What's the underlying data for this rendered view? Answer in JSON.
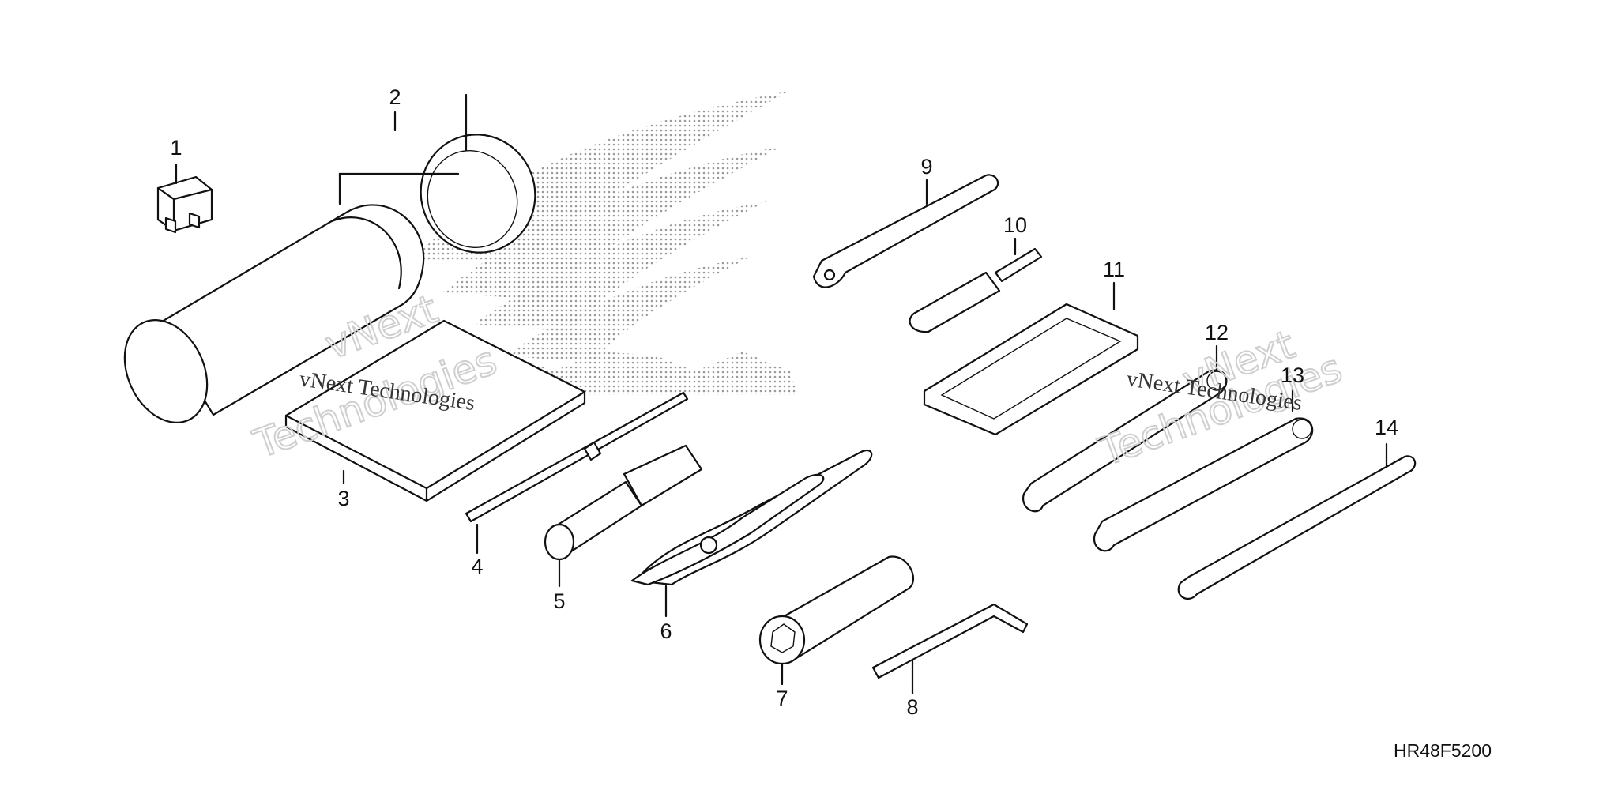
{
  "diagram_code": "HR48F5200",
  "parts": [
    {
      "number": "1",
      "icon": "fuse-icon"
    },
    {
      "number": "2",
      "icon": "tool-bag-icon"
    },
    {
      "number": "3",
      "icon": "manual-book-icon"
    },
    {
      "number": "4",
      "icon": "screwdriver-bit-icon"
    },
    {
      "number": "5",
      "icon": "screwdriver-handle-icon"
    },
    {
      "number": "6",
      "icon": "pliers-icon"
    },
    {
      "number": "7",
      "icon": "spark-plug-wrench-icon"
    },
    {
      "number": "8",
      "icon": "hex-key-icon"
    },
    {
      "number": "9",
      "icon": "pin-spanner-icon"
    },
    {
      "number": "10",
      "icon": "extension-bar-icon"
    },
    {
      "number": "11",
      "icon": "tool-holder-icon"
    },
    {
      "number": "12",
      "icon": "open-end-wrench-icon"
    },
    {
      "number": "13",
      "icon": "open-end-wrench-icon"
    },
    {
      "number": "14",
      "icon": "hook-wrench-icon"
    }
  ],
  "watermarks": [
    {
      "line1": "vNext",
      "line2": "Technologies",
      "small": "vNext Technologies"
    },
    {
      "line1": "vNext",
      "line2": "Technologies",
      "small": "vNext Technologies"
    }
  ],
  "colors": {
    "ink": "#111111",
    "watermark": "#cfcfcf",
    "logo_dots": "#9a9a9a"
  }
}
